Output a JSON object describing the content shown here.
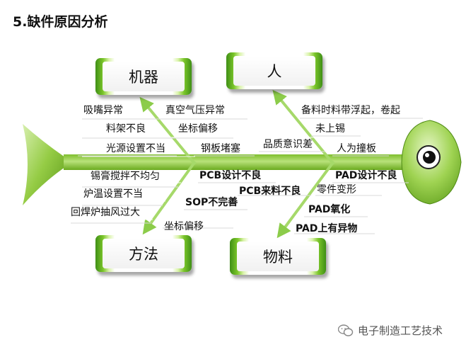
{
  "title": "5.缺件原因分析",
  "categories": {
    "machine": "机器",
    "person": "人",
    "method": "方法",
    "material": "物料"
  },
  "causes": {
    "machine": [
      "吸嘴异常",
      "真空气压异常",
      "料架不良",
      "坐标偏移",
      "光源设置不当",
      "钢板堵塞"
    ],
    "person": [
      "备料时料带浮起，卷起",
      "未上锡",
      "品质意识差",
      "人为撞板"
    ],
    "method": [
      "锡膏搅拌不均匀",
      "PCB设计不良",
      "炉温设置不当",
      "SOP不完善",
      "回焊炉抽风过大",
      "坐标偏移"
    ],
    "material": [
      "PAD设计不良",
      "PCB来料不良",
      "零件变形",
      "PAD氧化",
      "PAD上有异物"
    ]
  },
  "watermark": "电子制造工艺技术",
  "colors": {
    "fish": "#8dc63f",
    "arrow": "#a6d96a",
    "line": "#ffffff"
  }
}
